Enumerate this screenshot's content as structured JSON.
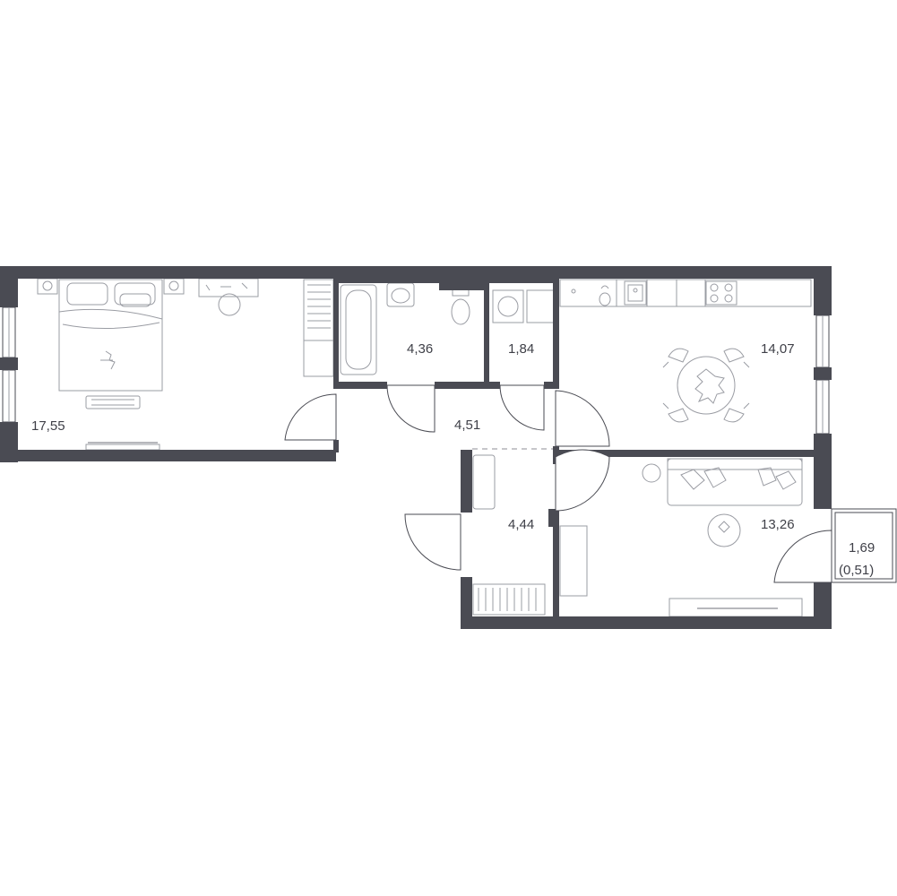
{
  "rooms": [
    {
      "id": "bedroom",
      "area": "17,55"
    },
    {
      "id": "bathroom",
      "area": "4,36"
    },
    {
      "id": "toilet-laundry",
      "area": "1,84"
    },
    {
      "id": "kitchen",
      "area": "14,07"
    },
    {
      "id": "corridor",
      "area": "4,51"
    },
    {
      "id": "hallway",
      "area": "4,44"
    },
    {
      "id": "living-room",
      "area": "13,26"
    },
    {
      "id": "balcony",
      "area": "1,69",
      "reduced_area": "(0,51)"
    }
  ],
  "colors": {
    "wall": "#4a4b53",
    "furniture": "#9a9ca3",
    "text": "#3f4048",
    "background": "#ffffff"
  }
}
